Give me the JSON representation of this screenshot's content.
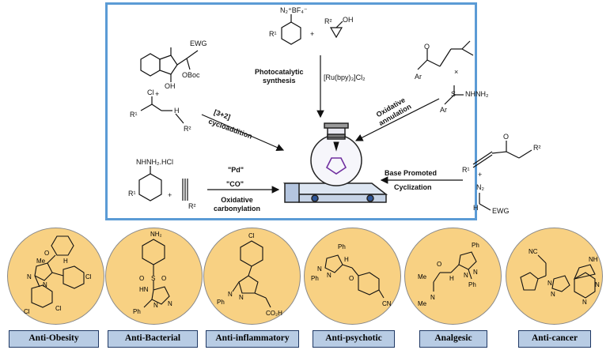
{
  "scheme": {
    "top_reagent": {
      "diazonium": "N₂⁺BF₄⁻",
      "r1": "R¹",
      "plus": "+",
      "r2_oh": "R²",
      "oh": "OH"
    },
    "routes": {
      "photocatalytic": {
        "label": "Photocatalytic\nsynthesis",
        "catalyst": "[Ru(bpy)₃]Cl₂"
      },
      "cycloaddition": {
        "label_top": "[3+2]",
        "label_bottom": "cycloaddition"
      },
      "oxidative_annulation": {
        "label": "Oxidative\nannulation"
      },
      "carbonylation": {
        "pd": "\"Pd\"",
        "co": "\"CO\"",
        "label": "Oxidative\ncarbonylation"
      },
      "base_promoted": {
        "label_top": "Base Promoted",
        "label_bottom": "Cyclization"
      }
    },
    "left_reagents": {
      "ewg": "EWG",
      "oboc": "OBoc",
      "oh": "OH",
      "cl": "Cl",
      "r1": "R¹",
      "r2": "R²",
      "nh": "H",
      "plus": "+"
    },
    "hydrazine": {
      "formula": "NHNH₂.HCl",
      "r1": "R¹",
      "r2": "R²",
      "plus": "+"
    },
    "right_reagents": {
      "ar": "Ar",
      "so2": "S",
      "nhnh2": "NHNH₂",
      "o": "O",
      "x": "×"
    },
    "alkyne": {
      "r1": "R¹",
      "r2": "R²",
      "o": "O",
      "n2": "N₂",
      "ewg": "EWG",
      "h": "H",
      "plus": "+"
    }
  },
  "drugs": [
    {
      "label": "Anti-Obesity",
      "atoms": {
        "me": "Me",
        "n1": "N",
        "n2": "N",
        "cl1": "Cl",
        "cl2": "Cl",
        "cl3": "Cl",
        "nh": "H",
        "o": "O"
      }
    },
    {
      "label": "Anti-Bacterial",
      "atoms": {
        "nh2": "NH₂",
        "o1": "O",
        "s": "S",
        "o2": "O",
        "hn": "HN",
        "n": "N",
        "n2": "N",
        "ph": "Ph"
      }
    },
    {
      "label": "Anti-inflammatory",
      "atoms": {
        "cl": "Cl",
        "n": "N",
        "n2": "N",
        "ph": "Ph",
        "co2h": "CO₂H"
      }
    },
    {
      "label": "Anti-psychotic",
      "atoms": {
        "ph1": "Ph",
        "n": "N",
        "n2": "N",
        "ph2": "Ph",
        "nh": "H",
        "o": "O",
        "cn": "CN"
      }
    },
    {
      "label": "Analgesic",
      "atoms": {
        "ph1": "Ph",
        "n": "N",
        "n2": "N",
        "ph2": "Ph",
        "nh": "H",
        "o": "O",
        "me1": "Me",
        "nme": "N",
        "me2": "Me"
      }
    },
    {
      "label": "Anti-cancer",
      "atoms": {
        "cn": "NC",
        "nh": "NH",
        "n1": "N",
        "n2": "N",
        "n3": "N",
        "n4": "N"
      }
    }
  ],
  "colors": {
    "box_border": "#5b9bd5",
    "circle_fill": "#f8d183",
    "tag_fill": "#b8cce4",
    "tag_border": "#1f3864",
    "pyrazole": "#7030a0"
  }
}
